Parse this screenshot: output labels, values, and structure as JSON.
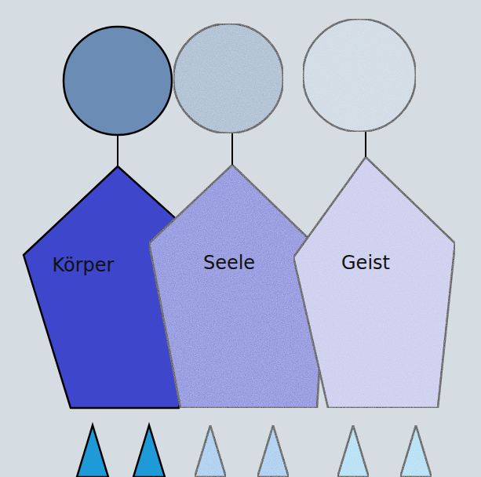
{
  "diagram": {
    "nodes": [
      {
        "text": [
          "Körper"
        ]
      },
      {
        "text": [
          "Seele"
        ]
      },
      {
        "text": [
          "Geist"
        ]
      }
    ]
  }
}
